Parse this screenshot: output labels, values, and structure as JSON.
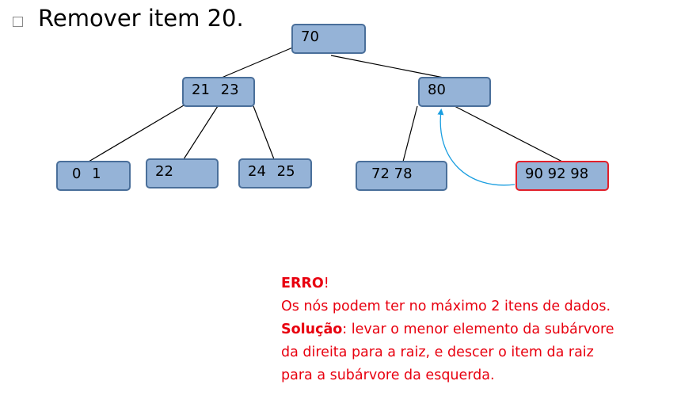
{
  "heading": "Remover item 20.",
  "tree": {
    "root": "70",
    "left_child": "21   23",
    "right_child": "80",
    "leaf_0": "0    1",
    "leaf_1": "22",
    "leaf_2": "24  25",
    "leaf_3": "72 78",
    "leaf_4": "90 92 98"
  },
  "note": {
    "error_word": "ERRO",
    "error_mark": "!",
    "line1": "Os nós podem ter no máximo 2 itens de dados.",
    "solution_word": "Solução",
    "solution_rest": ": levar o menor elemento da subárvore",
    "line3": "da direita para a raiz, e descer o item da raiz",
    "line4": "para a subárvore da esquerda."
  },
  "colors": {
    "node_fill": "#95b3d7",
    "node_border": "#4a6f9a",
    "highlight_border": "#e2202a",
    "arrow": "#1a9ee0",
    "note_text": "#e8000f"
  }
}
